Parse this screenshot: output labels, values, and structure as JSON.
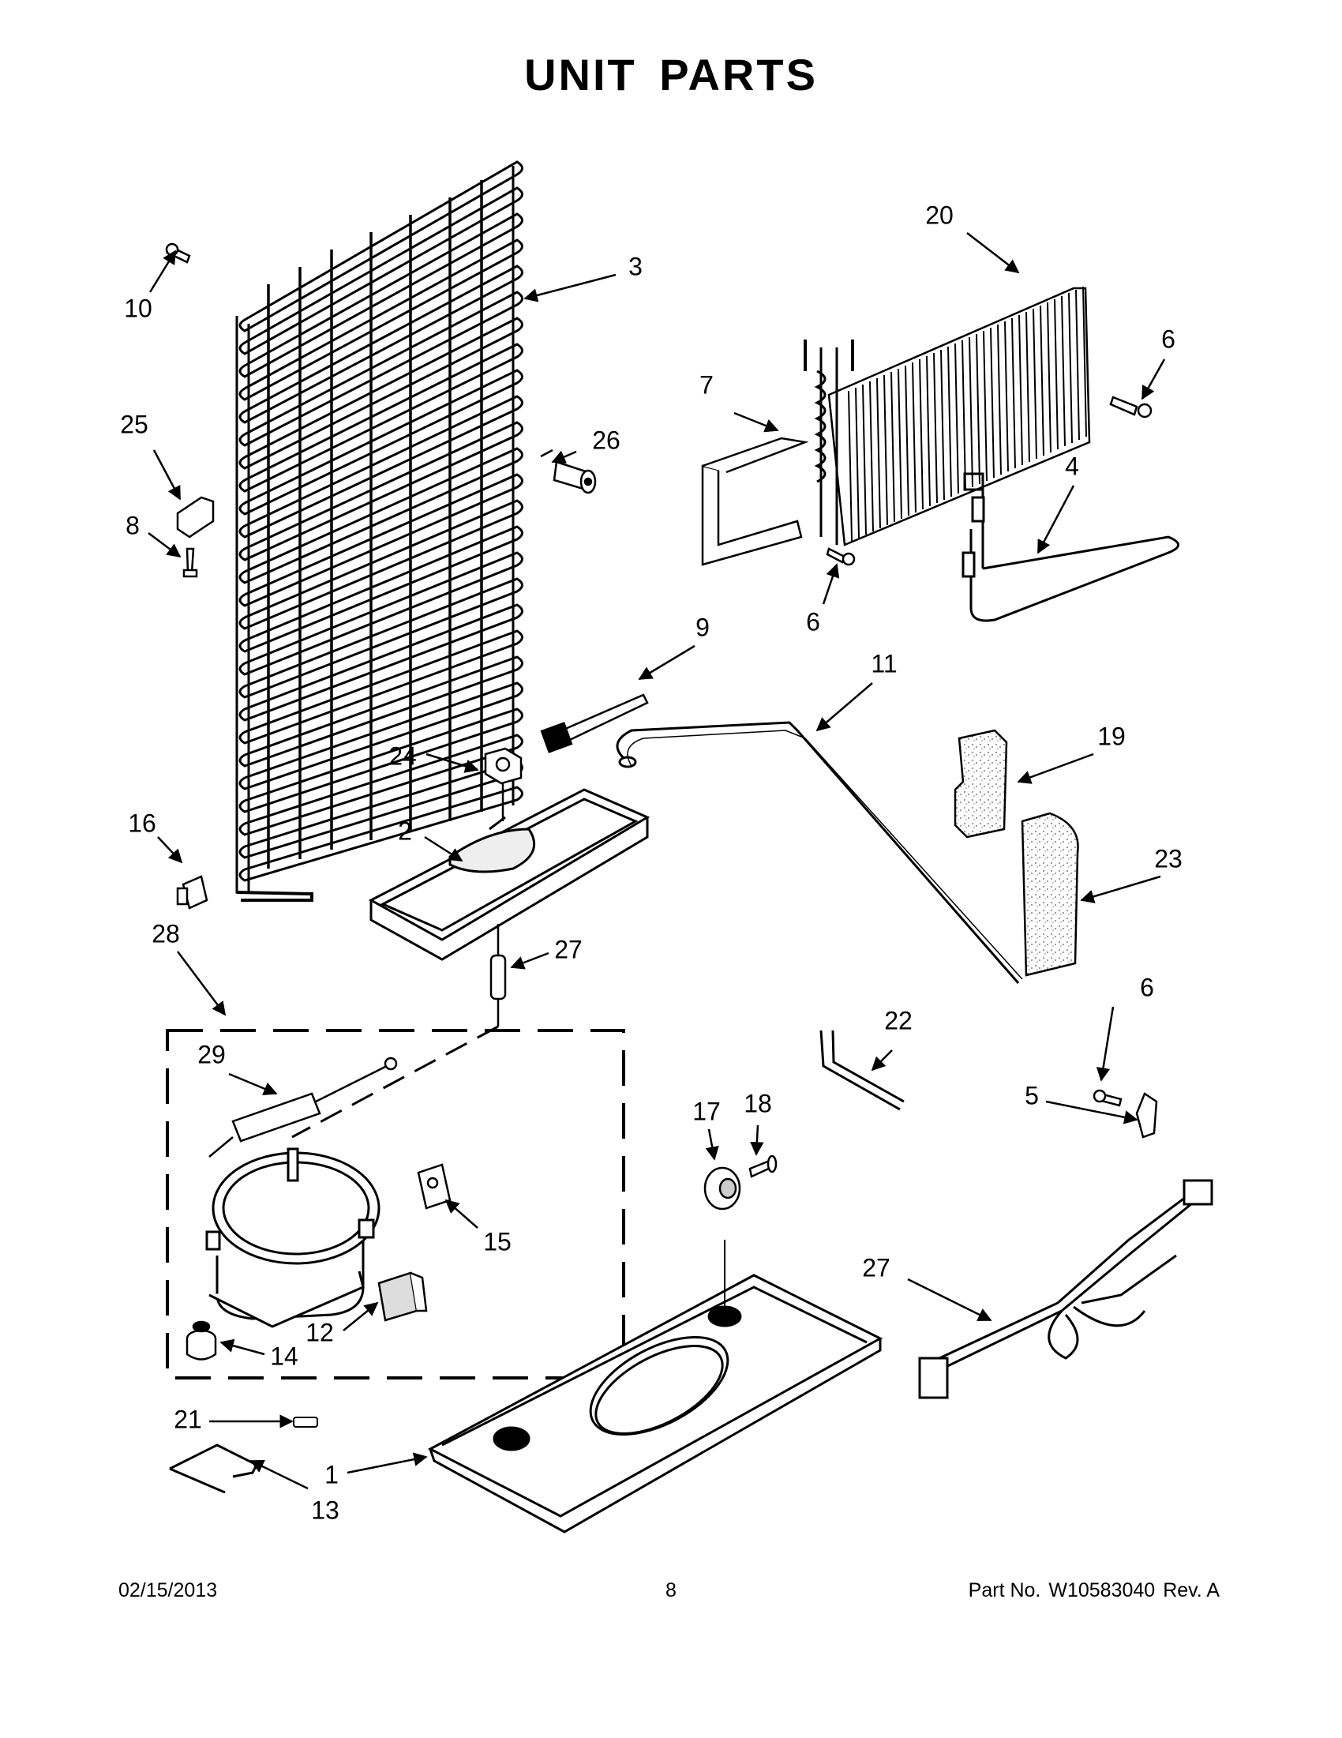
{
  "title": "UNIT PARTS",
  "footer": {
    "date": "02/15/2013",
    "page": "8",
    "part_label": "Part No.",
    "part_number": "W10583040",
    "revision": "Rev. A"
  },
  "callouts": [
    {
      "id": "c1",
      "text": "1"
    },
    {
      "id": "c2",
      "text": "2"
    },
    {
      "id": "c3",
      "text": "3"
    },
    {
      "id": "c4",
      "text": "4"
    },
    {
      "id": "c5",
      "text": "5"
    },
    {
      "id": "c6a",
      "text": "6"
    },
    {
      "id": "c6b",
      "text": "6"
    },
    {
      "id": "c6c",
      "text": "6"
    },
    {
      "id": "c7",
      "text": "7"
    },
    {
      "id": "c8",
      "text": "8"
    },
    {
      "id": "c9",
      "text": "9"
    },
    {
      "id": "c10",
      "text": "10"
    },
    {
      "id": "c11",
      "text": "11"
    },
    {
      "id": "c12",
      "text": "12"
    },
    {
      "id": "c13",
      "text": "13"
    },
    {
      "id": "c14",
      "text": "14"
    },
    {
      "id": "c15",
      "text": "15"
    },
    {
      "id": "c16",
      "text": "16"
    },
    {
      "id": "c17",
      "text": "17"
    },
    {
      "id": "c18",
      "text": "18"
    },
    {
      "id": "c19",
      "text": "19"
    },
    {
      "id": "c20",
      "text": "20"
    },
    {
      "id": "c21",
      "text": "21"
    },
    {
      "id": "c22",
      "text": "22"
    },
    {
      "id": "c23",
      "text": "23"
    },
    {
      "id": "c24",
      "text": "24"
    },
    {
      "id": "c25",
      "text": "25"
    },
    {
      "id": "c26",
      "text": "26"
    },
    {
      "id": "c27a",
      "text": "27"
    },
    {
      "id": "c27b",
      "text": "27"
    },
    {
      "id": "c28",
      "text": "28"
    },
    {
      "id": "c29",
      "text": "29"
    }
  ]
}
